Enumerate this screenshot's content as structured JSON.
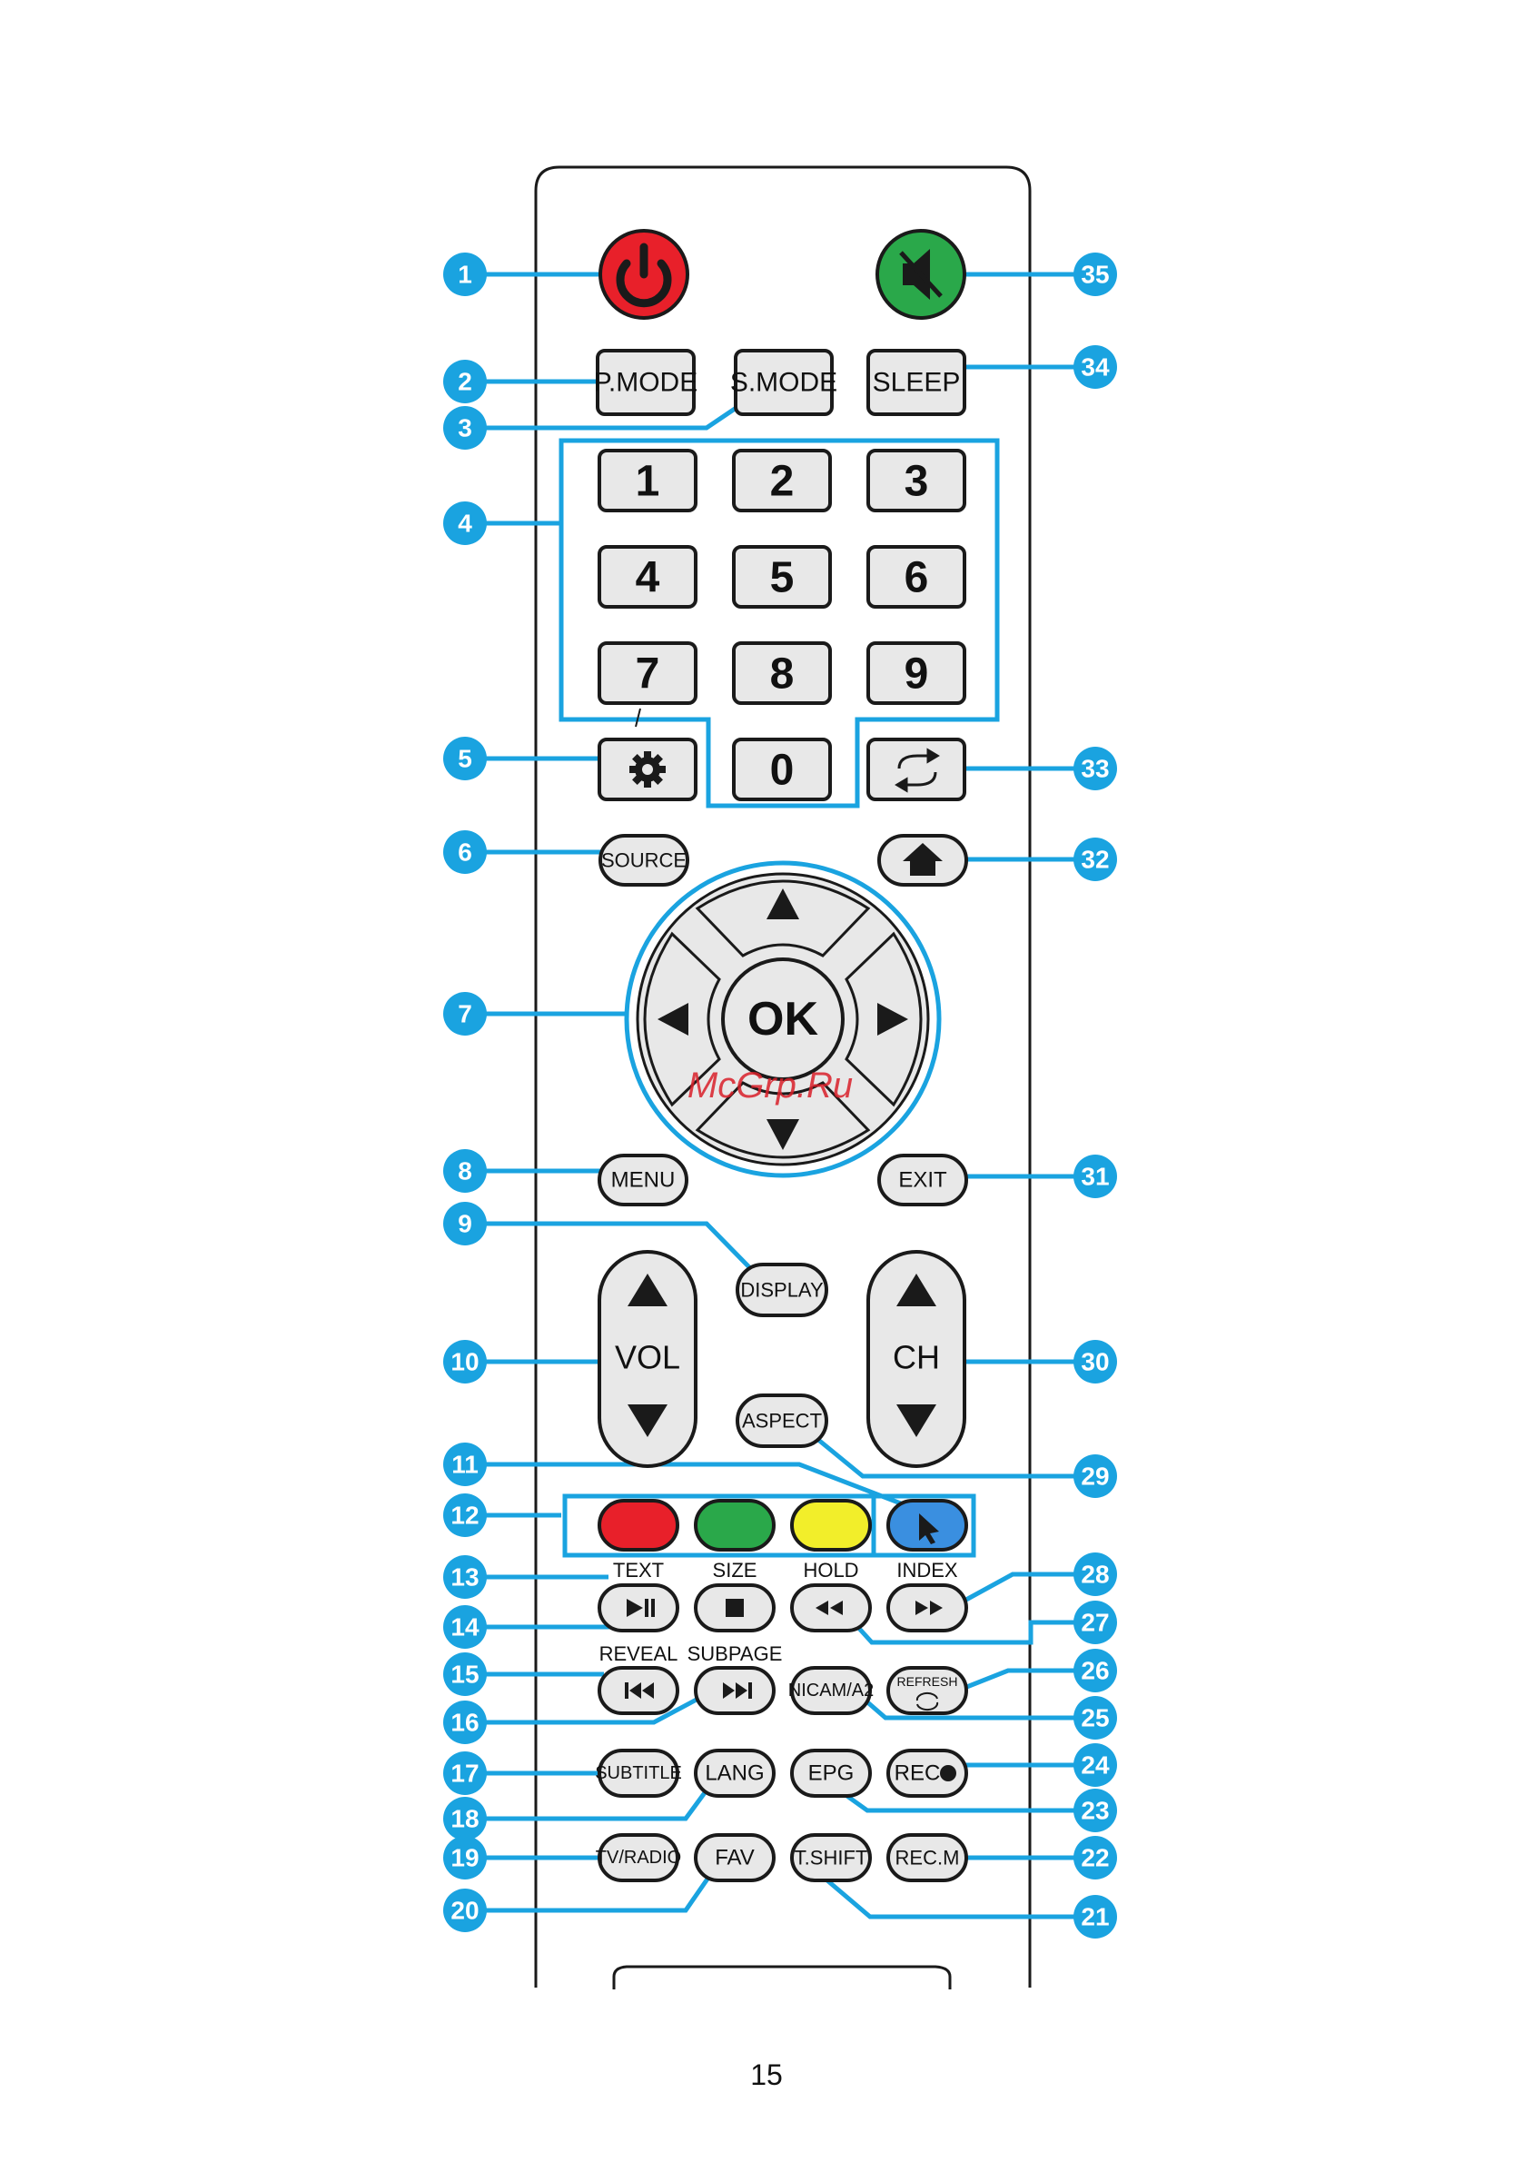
{
  "page_number": "15",
  "watermark": "McGrp.Ru",
  "buttons": {
    "pmode": "P.MODE",
    "smode": "S.MODE",
    "sleep": "SLEEP",
    "digits": [
      "1",
      "2",
      "3",
      "4",
      "5",
      "6",
      "7",
      "8",
      "9",
      "0"
    ],
    "source": "SOURCE",
    "ok": "OK",
    "menu": "MENU",
    "exit": "EXIT",
    "display": "DISPLAY",
    "vol": "VOL",
    "ch": "CH",
    "aspect": "ASPECT",
    "nicam": "NICAM/A2",
    "refresh": "REFRESH",
    "subtitle": "SUBTITLE",
    "lang": "LANG",
    "epg": "EPG",
    "rec": "REC",
    "tvradio": "TV/RADIO",
    "fav": "FAV",
    "tshift": "T.SHIFT",
    "recm": "REC.M"
  },
  "captions": {
    "text": "TEXT",
    "size": "SIZE",
    "hold": "HOLD",
    "index": "INDEX",
    "reveal": "REVEAL",
    "subpage": "SUBPAGE"
  },
  "colors": {
    "power": "#e8202a",
    "mute": "#2aa84a",
    "red": "#e8202a",
    "green": "#2aa84a",
    "yellow": "#f2ee2a",
    "blue": "#3a8fe0",
    "callout": "#1aa3e0"
  },
  "icons": {
    "power": "power-icon",
    "mute": "mute-icon",
    "settings": "gear-icon",
    "recall": "recall-icon",
    "home": "home-icon",
    "cursor": "cursor-icon"
  },
  "callouts": [
    "1",
    "2",
    "3",
    "4",
    "5",
    "6",
    "7",
    "8",
    "9",
    "10",
    "11",
    "12",
    "13",
    "14",
    "15",
    "16",
    "17",
    "18",
    "19",
    "20",
    "21",
    "22",
    "23",
    "24",
    "25",
    "26",
    "27",
    "28",
    "29",
    "30",
    "31",
    "32",
    "33",
    "34",
    "35"
  ]
}
